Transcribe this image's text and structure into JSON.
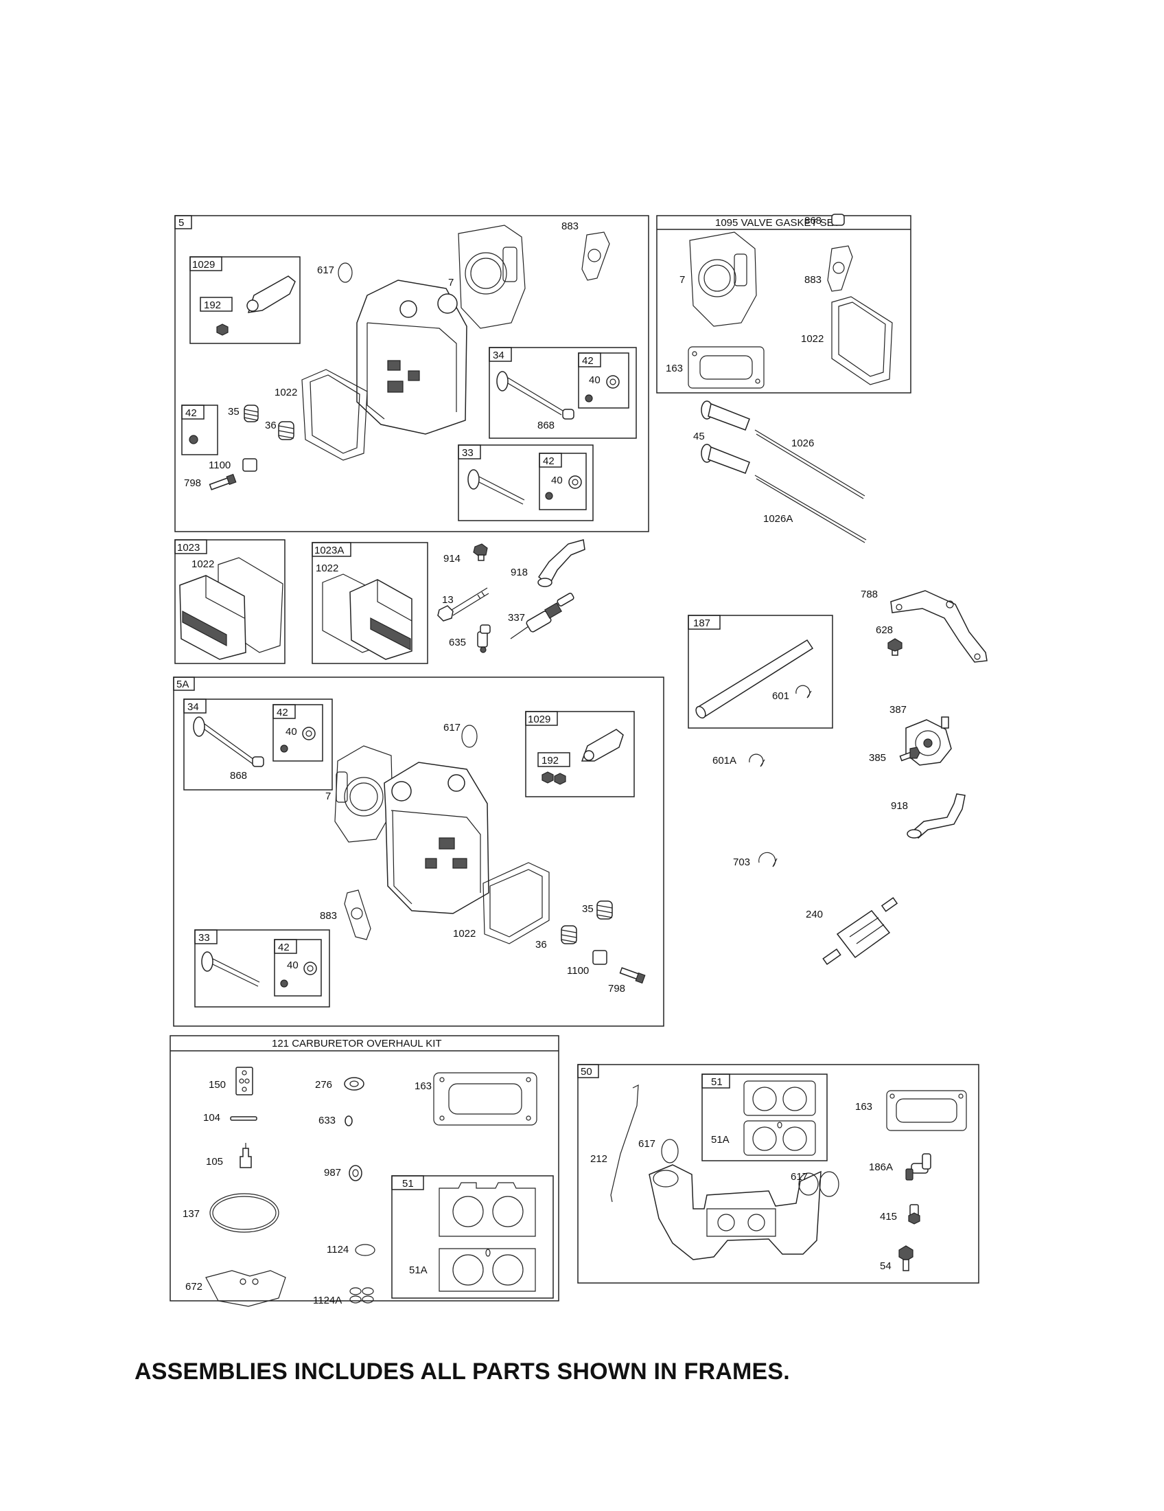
{
  "footer_note": "ASSEMBLIES INCLUDES ALL PARTS SHOWN IN FRAMES.",
  "frames": {
    "f5": "5",
    "f5_1029": "1029",
    "f5_192": "192",
    "f5_42a": "42",
    "f5_34": "34",
    "f5_34_42": "42",
    "f5_33": "33",
    "f5_33_42": "42",
    "valve_gasket_set": "1095 VALVE GASKET SET",
    "f1023": "1023",
    "f1023A": "1023A",
    "f5A": "5A",
    "f5A_34": "34",
    "f5A_34_42": "42",
    "f5A_1029": "1029",
    "f5A_192": "192",
    "f5A_33": "33",
    "f5A_33_42": "42",
    "f187": "187",
    "carb_kit": "121 CARBURETOR OVERHAUL KIT",
    "carb_51": "51",
    "f50": "50",
    "f50_51": "51"
  },
  "labels": {
    "p617_a": "617",
    "p7_a": "7",
    "p883_a": "883",
    "p1022_a": "1022",
    "p35_a": "35",
    "p36_a": "36",
    "p1100_a": "1100",
    "p798_a": "798",
    "p40_a": "40",
    "p868_a": "868",
    "p40_b": "40",
    "vg_7": "7",
    "vg_868": "868",
    "vg_883": "883",
    "vg_1022": "1022",
    "vg_163": "163",
    "p45": "45",
    "p1026": "1026",
    "p1026A": "1026A",
    "p1022_c": "1022",
    "p1022_d": "1022",
    "p914": "914",
    "p918_a": "918",
    "p13": "13",
    "p337": "337",
    "p635": "635",
    "p788": "788",
    "p628": "628",
    "p40_c": "40",
    "p868_c": "868",
    "p617_b": "617",
    "p7_b": "7",
    "p883_b": "883",
    "p1022_b": "1022",
    "p35_b": "35",
    "p36_b": "36",
    "p40_d": "40",
    "p1100_b": "1100",
    "p798_b": "798",
    "p601": "601",
    "p601A": "601A",
    "p387": "387",
    "p385": "385",
    "p918_b": "918",
    "p703": "703",
    "p240": "240",
    "c150": "150",
    "c276": "276",
    "c163": "163",
    "c104": "104",
    "c633": "633",
    "c105": "105",
    "c987": "987",
    "c137": "137",
    "c1124": "1124",
    "c672": "672",
    "c1124A": "1124A",
    "c51A": "51A",
    "m212": "212",
    "m617_a": "617",
    "m617_b": "617",
    "m51A": "51A",
    "m163": "163",
    "m186A": "186A",
    "m415": "415",
    "m54": "54"
  }
}
